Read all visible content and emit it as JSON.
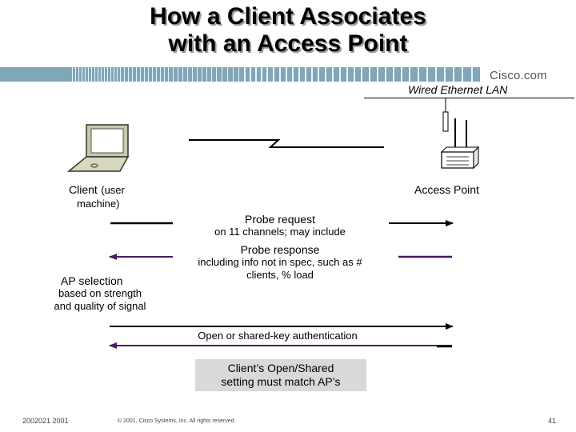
{
  "title": {
    "line1": "How a Client Associates",
    "line2": "with an Access Point"
  },
  "brand": {
    "logo": "Cisco.com"
  },
  "network": {
    "lan_label": "Wired Ethernet LAN"
  },
  "nodes": {
    "client": {
      "label": "Client",
      "sub1": "(user",
      "sub2": "machine)"
    },
    "access_point": {
      "label": "Access Point"
    }
  },
  "messages": [
    {
      "label": "Probe request",
      "detail": "on 11 channels; may include",
      "direction": "to-ap"
    },
    {
      "label": "Probe response",
      "detail_line1": "including info not in spec, such as #",
      "detail_line2": "clients, % load",
      "direction": "to-client"
    },
    {
      "label": "Open or shared-key authentication",
      "direction": "both"
    }
  ],
  "ap_selection": {
    "label": "AP selection",
    "detail_line1": "based on strength",
    "detail_line2": "and quality of signal"
  },
  "note": {
    "line1": "Client’s Open/Shared",
    "line2": "setting must match AP’s"
  },
  "footer": {
    "code": "2002021 2001",
    "copyright": "© 2001, Cisco Systems, Inc. All rights reserved.",
    "page": "41"
  },
  "colors": {
    "band": "#7fa7b8",
    "arrow_black": "#000000",
    "arrow_purple": "#4b1a5e",
    "note_bg": "#d9d9d9"
  }
}
